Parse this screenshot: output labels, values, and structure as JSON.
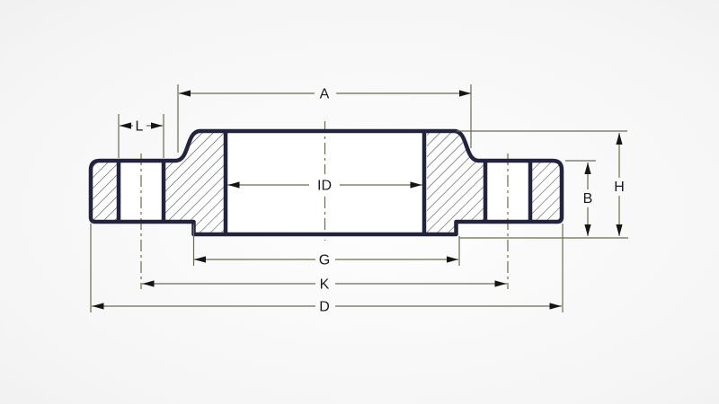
{
  "drawing": {
    "title": "flange-cross-section",
    "labels": {
      "hub_diameter": "A",
      "bolt_hole_diameter": "L",
      "bore_diameter": "ID",
      "raised_face_diameter": "G",
      "bolt_circle_diameter": "K",
      "outside_diameter": "D",
      "flange_thickness": "B",
      "overall_height": "H"
    },
    "colors": {
      "outline": "#23233d",
      "part_fill": "#ffffff",
      "hatch_line": "#4f4f58",
      "dimension_line": "#6b6b52",
      "centerline": "#6b6b52",
      "arrow": "#151515",
      "label_text": "#1a1a1a"
    }
  }
}
